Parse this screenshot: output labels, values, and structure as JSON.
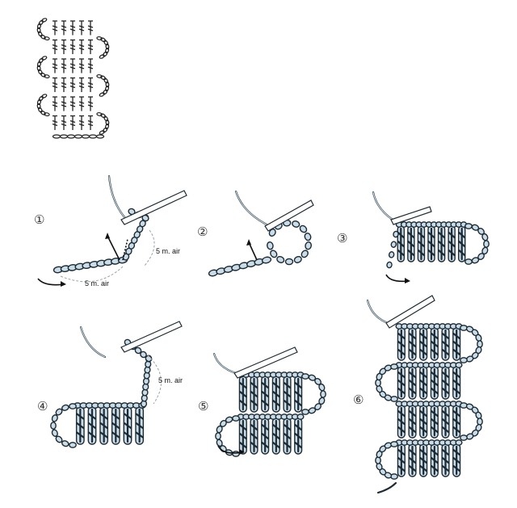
{
  "symbol_chart": {
    "rows": 6,
    "stitches_per_row": 5,
    "chain_loop_sides": [
      "left",
      "right",
      "left",
      "right",
      "left",
      "right"
    ]
  },
  "steps": [
    {
      "number": "①",
      "labels": [
        "5 m. air",
        "5 m. air"
      ]
    },
    {
      "number": "②",
      "labels": []
    },
    {
      "number": "③",
      "labels": []
    },
    {
      "number": "④",
      "labels": [
        "5 m. air"
      ]
    },
    {
      "number": "⑤",
      "labels": []
    },
    {
      "number": "⑥",
      "labels": []
    }
  ],
  "colors": {
    "yarn": "#c9dde9",
    "outline": "#1e2a33",
    "background": "#ffffff"
  }
}
